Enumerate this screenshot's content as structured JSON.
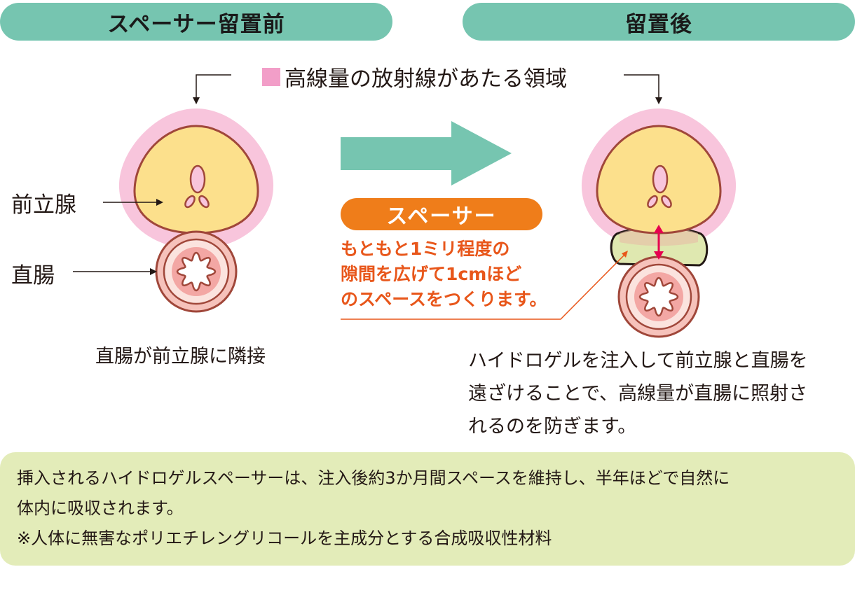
{
  "headers": {
    "before": "スペーサー留置前",
    "after": "留置後"
  },
  "legend": {
    "text": "高線量の放射線があたる領域",
    "color": "#f29ec8"
  },
  "labels": {
    "prostate": "前立腺",
    "rectum": "直腸"
  },
  "spacer": {
    "title": "スペーサー",
    "description": [
      "もともと1ミリ程度の",
      "隙間を広げて1cmほど",
      "のスペースをつくります。"
    ]
  },
  "captions": {
    "before": "直腸が前立腺に隣接",
    "after": [
      "ハイドロゲルを注入して前立腺と直腸を",
      "遠ざけることで、高線量が直腸に照射さ",
      "れるのを防ぎます。"
    ]
  },
  "note": [
    "挿入されるハイドロゲルスペーサーは、注入後約3か月間スペースを維持し、半年ほどで自然に",
    "体内に吸収されます。",
    "※人体に無害なポリエチレングリコールを主成分とする合成吸収性材料"
  ],
  "colors": {
    "header": "#76c5b0",
    "arrow": "#76c5b0",
    "radiation_zone": "#f8c5dc",
    "prostate_fill": "#fce08c",
    "organ_outline": "#a0473a",
    "spacer_fill": "#dfe8b0",
    "spacer_pill": "#ef7d1a",
    "spacer_text": "#e8561a",
    "gap_arrow": "#e5004f",
    "note_bg": "#e3ecb9"
  }
}
